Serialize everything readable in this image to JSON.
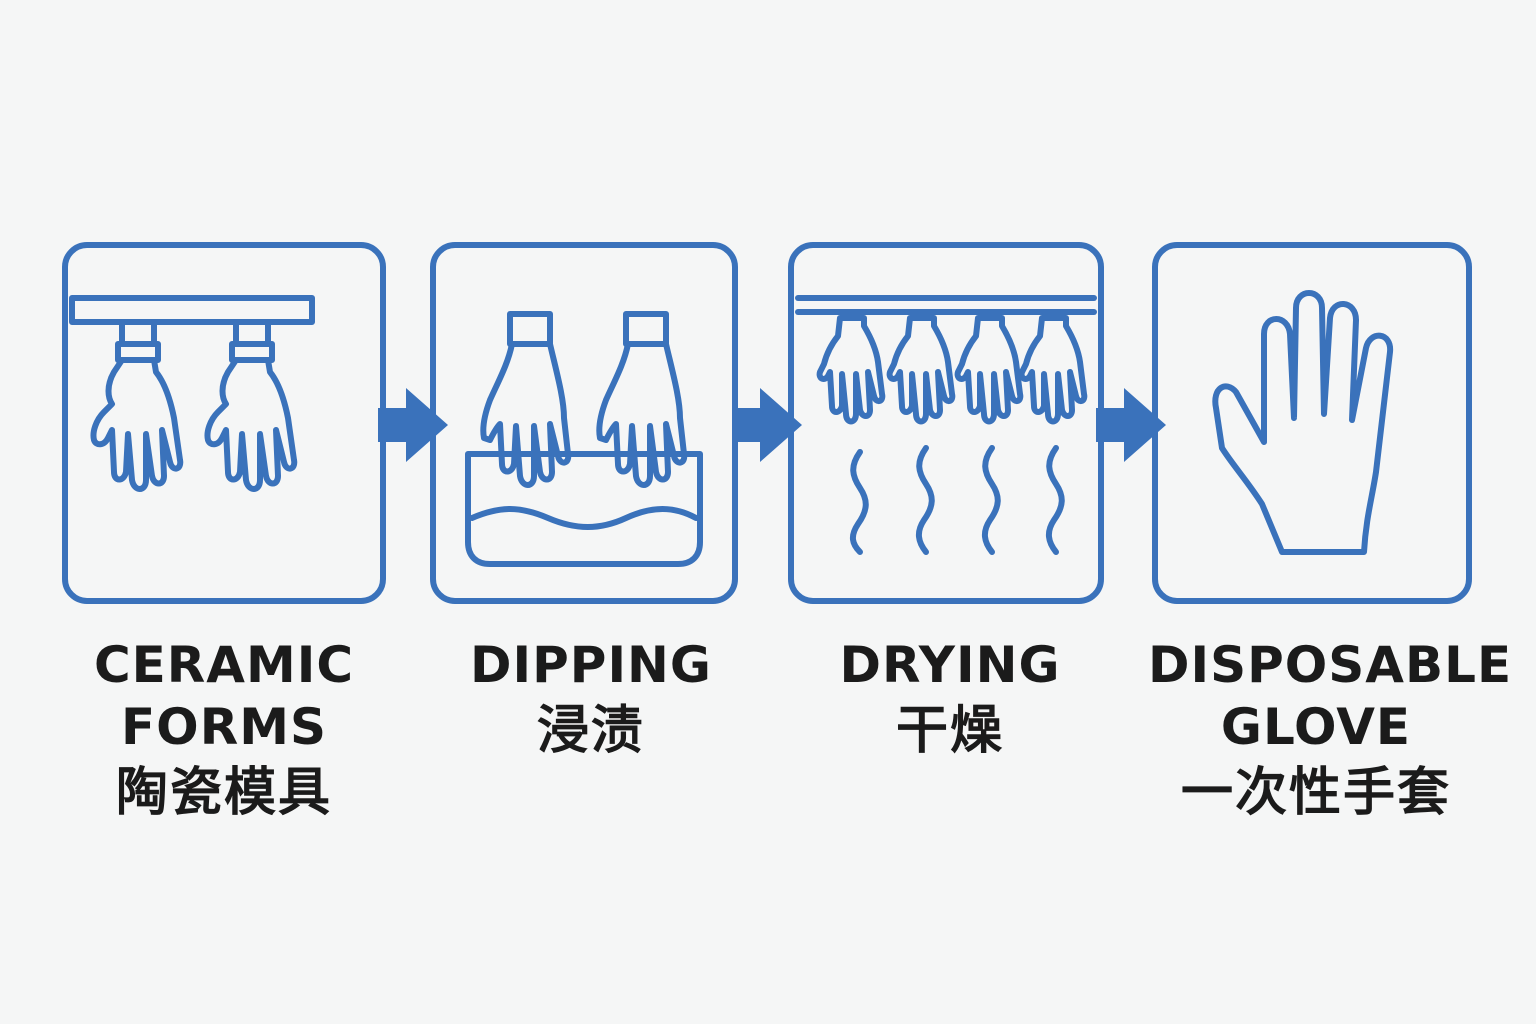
{
  "theme": {
    "stroke_color": "#3a72bb",
    "label_color": "#1b1b1b",
    "background": "#f5f6f6"
  },
  "steps": [
    {
      "icon": "ceramic-forms-icon",
      "label_en": "CERAMIC\nFORMS",
      "label_zh": "陶瓷模具"
    },
    {
      "icon": "dipping-icon",
      "label_en": "DIPPING",
      "label_zh": "浸渍"
    },
    {
      "icon": "drying-icon",
      "label_en": "DRYING",
      "label_zh": "干燥"
    },
    {
      "icon": "disposable-glove-icon",
      "label_en": "DISPOSABLE\nGLOVE",
      "label_zh": "一次性手套"
    }
  ]
}
